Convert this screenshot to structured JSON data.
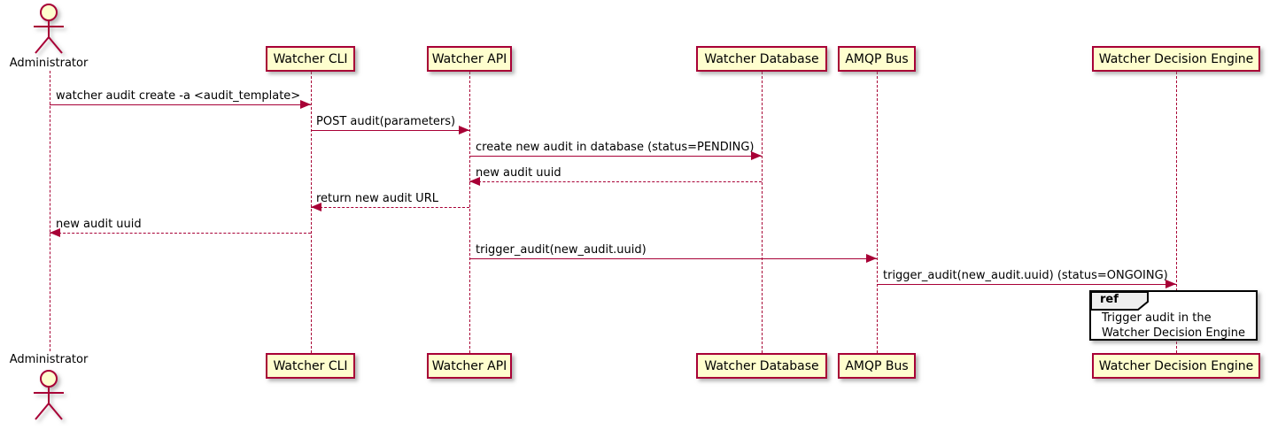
{
  "diagram_type": "plantuml-sequence",
  "colors": {
    "participant_fill": "#FEFECE",
    "participant_border": "#A80036",
    "arrow": "#A80036",
    "lifeline": "#A80036",
    "text": "#000000",
    "ref_border": "#000000",
    "ref_header_fill": "#EEEEEE",
    "background": "#FFFFFF"
  },
  "actor": {
    "label": "Administrator"
  },
  "participants": [
    {
      "label": "Watcher CLI"
    },
    {
      "label": "Watcher API"
    },
    {
      "label": "Watcher Database"
    },
    {
      "label": "AMQP Bus"
    },
    {
      "label": "Watcher Decision Engine"
    }
  ],
  "messages": [
    {
      "text": "watcher audit create -a <audit_template>",
      "from": "Administrator",
      "to": "Watcher CLI",
      "line": "solid",
      "direction": "right"
    },
    {
      "text": "POST audit(parameters)",
      "from": "Watcher CLI",
      "to": "Watcher API",
      "line": "solid",
      "direction": "right"
    },
    {
      "text": "create new audit in database (status=PENDING)",
      "from": "Watcher API",
      "to": "Watcher Database",
      "line": "solid",
      "direction": "right"
    },
    {
      "text": "new audit uuid",
      "from": "Watcher Database",
      "to": "Watcher API",
      "line": "dashed",
      "direction": "left"
    },
    {
      "text": "return new audit URL",
      "from": "Watcher API",
      "to": "Watcher CLI",
      "line": "dashed",
      "direction": "left"
    },
    {
      "text": "new audit uuid",
      "from": "Watcher CLI",
      "to": "Administrator",
      "line": "dashed",
      "direction": "left"
    },
    {
      "text": "trigger_audit(new_audit.uuid)",
      "from": "Watcher API",
      "to": "AMQP Bus",
      "line": "solid",
      "direction": "right"
    },
    {
      "text": "trigger_audit(new_audit.uuid) (status=ONGOING)",
      "from": "AMQP Bus",
      "to": "Watcher Decision Engine",
      "line": "solid",
      "direction": "right"
    }
  ],
  "ref_fragment": {
    "keyword": "ref",
    "line1": "Trigger audit in the",
    "line2": "Watcher Decision Engine",
    "over": "Watcher Decision Engine"
  }
}
